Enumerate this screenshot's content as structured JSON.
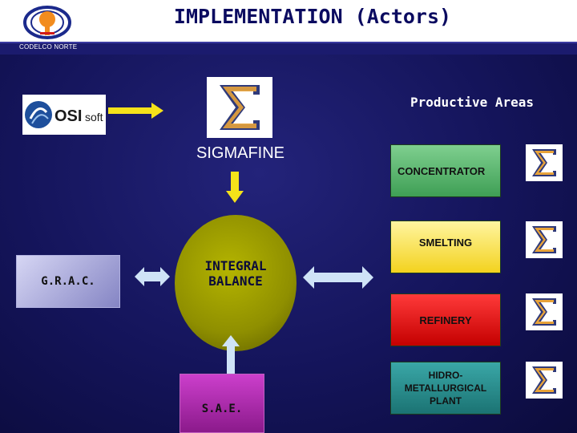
{
  "header": {
    "title": "IMPLEMENTATION (Actors)",
    "company": "CODELCO NORTE"
  },
  "osi_logo": {
    "text_osi": "OSI",
    "text_soft": "soft"
  },
  "sigmafine": {
    "label": "SIGMAFINE"
  },
  "productive_areas": {
    "title": "Productive Areas",
    "areas": [
      {
        "label": "CONCENTRATOR",
        "color": "#4aaa60"
      },
      {
        "label": "SMELTING",
        "color": "#f3d21e"
      },
      {
        "label": "REFINERY",
        "color": "#dd1010"
      },
      {
        "label_line1": "HIDRO-",
        "label_line2": "METALLURGICAL",
        "label_line3": "PLANT",
        "color": "#238080"
      }
    ]
  },
  "actors": {
    "grac": "G.R.A.C.",
    "integral_balance_line1": "INTEGRAL",
    "integral_balance_line2": "BALANCE",
    "sae": "S.A.E."
  },
  "colors": {
    "arrow_yellow": "#f5e21a",
    "arrow_light": "#cfe3f7",
    "background": "#14145a"
  }
}
